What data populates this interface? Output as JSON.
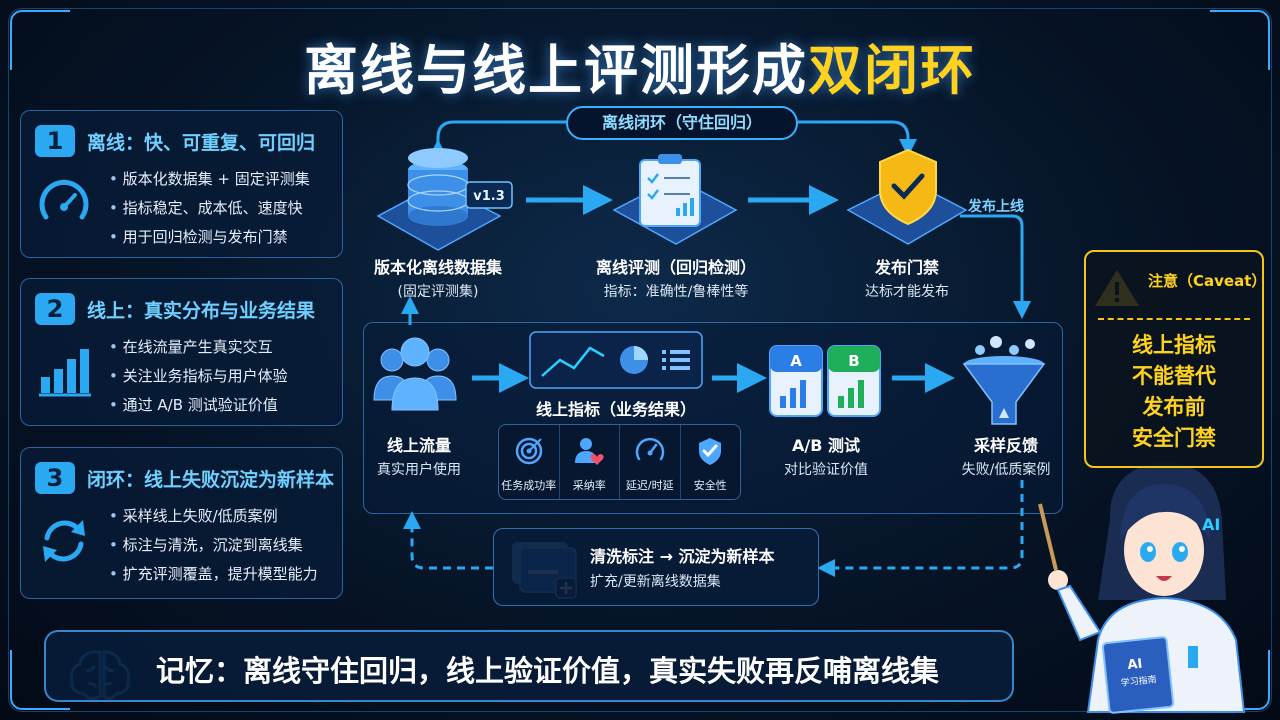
{
  "title": {
    "main": "离线与线上评测形成",
    "highlight": "双闭环"
  },
  "left_cards": [
    {
      "num": "1",
      "title": "离线：快、可重复、可回归",
      "icon": "speedometer-icon",
      "items": [
        "版本化数据集 + 固定评测集",
        "指标稳定、成本低、速度快",
        "用于回归检测与发布门禁"
      ]
    },
    {
      "num": "2",
      "title": "线上：真实分布与业务结果",
      "icon": "bar-chart-icon",
      "items": [
        "在线流量产生真实交互",
        "关注业务指标与用户体验",
        "通过 A/B 测试验证价值"
      ]
    },
    {
      "num": "3",
      "title": "闭环：线上失败沉淀为新样本",
      "icon": "cycle-arrows-icon",
      "items": [
        "采样线上失败/低质案例",
        "标注与清洗，沉淀到离线集",
        "扩充评测覆盖，提升模型能力"
      ]
    }
  ],
  "offline_loop_label": "离线闭环（守住回归）",
  "release_label": "发布上线",
  "nodes": {
    "dataset": {
      "title": "版本化离线数据集",
      "subtitle": "(固定评测集)",
      "badge": "v1.3"
    },
    "offline_eval": {
      "title": "离线评测（回归检测）",
      "subtitle": "指标：准确性/鲁棒性等"
    },
    "gate": {
      "title": "发布门禁",
      "subtitle": "达标才能发布"
    },
    "traffic": {
      "title": "线上流量",
      "subtitle": "真实用户使用"
    },
    "online_metrics": {
      "title": "线上指标（业务结果）"
    },
    "ab_test": {
      "title": "A/B 测试",
      "subtitle": "对比验证价值",
      "a": "A",
      "b": "B"
    },
    "sampling": {
      "title": "采样反馈",
      "subtitle": "失败/低质案例"
    },
    "clean": {
      "title": "清洗标注 → 沉淀为新样本",
      "subtitle": "扩充/更新离线数据集"
    }
  },
  "metrics": [
    {
      "label": "任务成功率",
      "icon": "target-icon"
    },
    {
      "label": "采纳率",
      "icon": "user-heart-icon"
    },
    {
      "label": "延迟/时延",
      "icon": "gauge-icon"
    },
    {
      "label": "安全性",
      "icon": "shield-check-icon"
    }
  ],
  "caveat": {
    "label": "注意（Caveat）",
    "lines": [
      "线上指标",
      "不能替代",
      "发布前",
      "安全门禁"
    ]
  },
  "memory": "记忆：离线守住回归，线上验证价值，真实失败再反哺离线集",
  "mascot": {
    "badge": "AI",
    "book_title": "AI",
    "book_subtitle": "学习指南"
  },
  "colors": {
    "accent": "#3ab0ff",
    "highlight": "#ffd21f",
    "background": "#061427"
  }
}
